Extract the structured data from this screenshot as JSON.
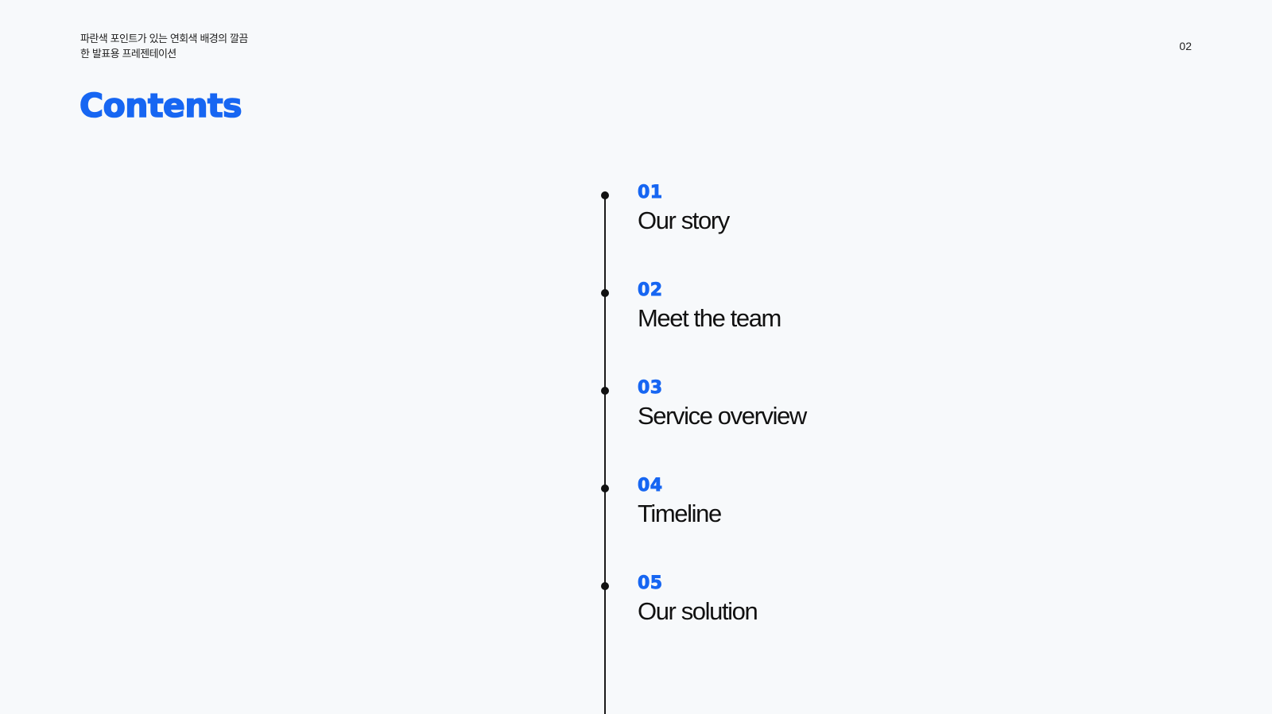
{
  "header": {
    "subtitle_line1": "파란색 포인트가 있는 연회색 배경의 깔끔",
    "subtitle_line2": "한 발표용 프레젠테이션",
    "page_number": "02",
    "title": "Contents"
  },
  "toc": {
    "items": [
      {
        "number": "01",
        "label": "Our story"
      },
      {
        "number": "02",
        "label": "Meet the team"
      },
      {
        "number": "03",
        "label": "Service overview"
      },
      {
        "number": "04",
        "label": "Timeline"
      },
      {
        "number": "05",
        "label": "Our solution"
      }
    ]
  },
  "colors": {
    "accent": "#1766f2",
    "background": "#f7f9fb",
    "text": "#111111"
  }
}
